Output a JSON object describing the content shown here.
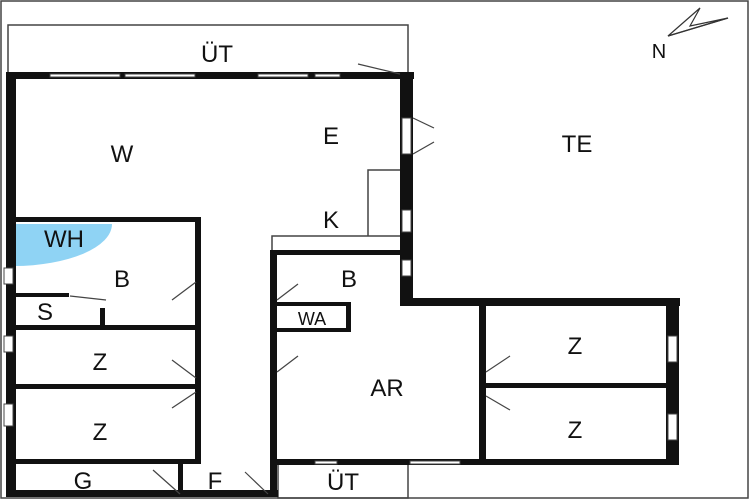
{
  "plan": {
    "rooms": [
      {
        "id": "ut-top",
        "label": "ÜT"
      },
      {
        "id": "w",
        "label": "W"
      },
      {
        "id": "e",
        "label": "E"
      },
      {
        "id": "te",
        "label": "TE"
      },
      {
        "id": "k",
        "label": "K"
      },
      {
        "id": "wh",
        "label": "WH"
      },
      {
        "id": "b-left",
        "label": "B"
      },
      {
        "id": "s",
        "label": "S"
      },
      {
        "id": "b-right",
        "label": "B"
      },
      {
        "id": "wa",
        "label": "WA"
      },
      {
        "id": "z-left-1",
        "label": "Z"
      },
      {
        "id": "z-left-2",
        "label": "Z"
      },
      {
        "id": "ar",
        "label": "AR"
      },
      {
        "id": "z-right-1",
        "label": "Z"
      },
      {
        "id": "z-right-2",
        "label": "Z"
      },
      {
        "id": "g",
        "label": "G"
      },
      {
        "id": "f",
        "label": "F"
      },
      {
        "id": "ut-bottom",
        "label": "ÜT"
      }
    ],
    "north_label": "N",
    "colors": {
      "wall": "#111111",
      "thin_line": "#444444",
      "whirlpool": "#8fd3f4",
      "window": "#ffffff"
    }
  }
}
